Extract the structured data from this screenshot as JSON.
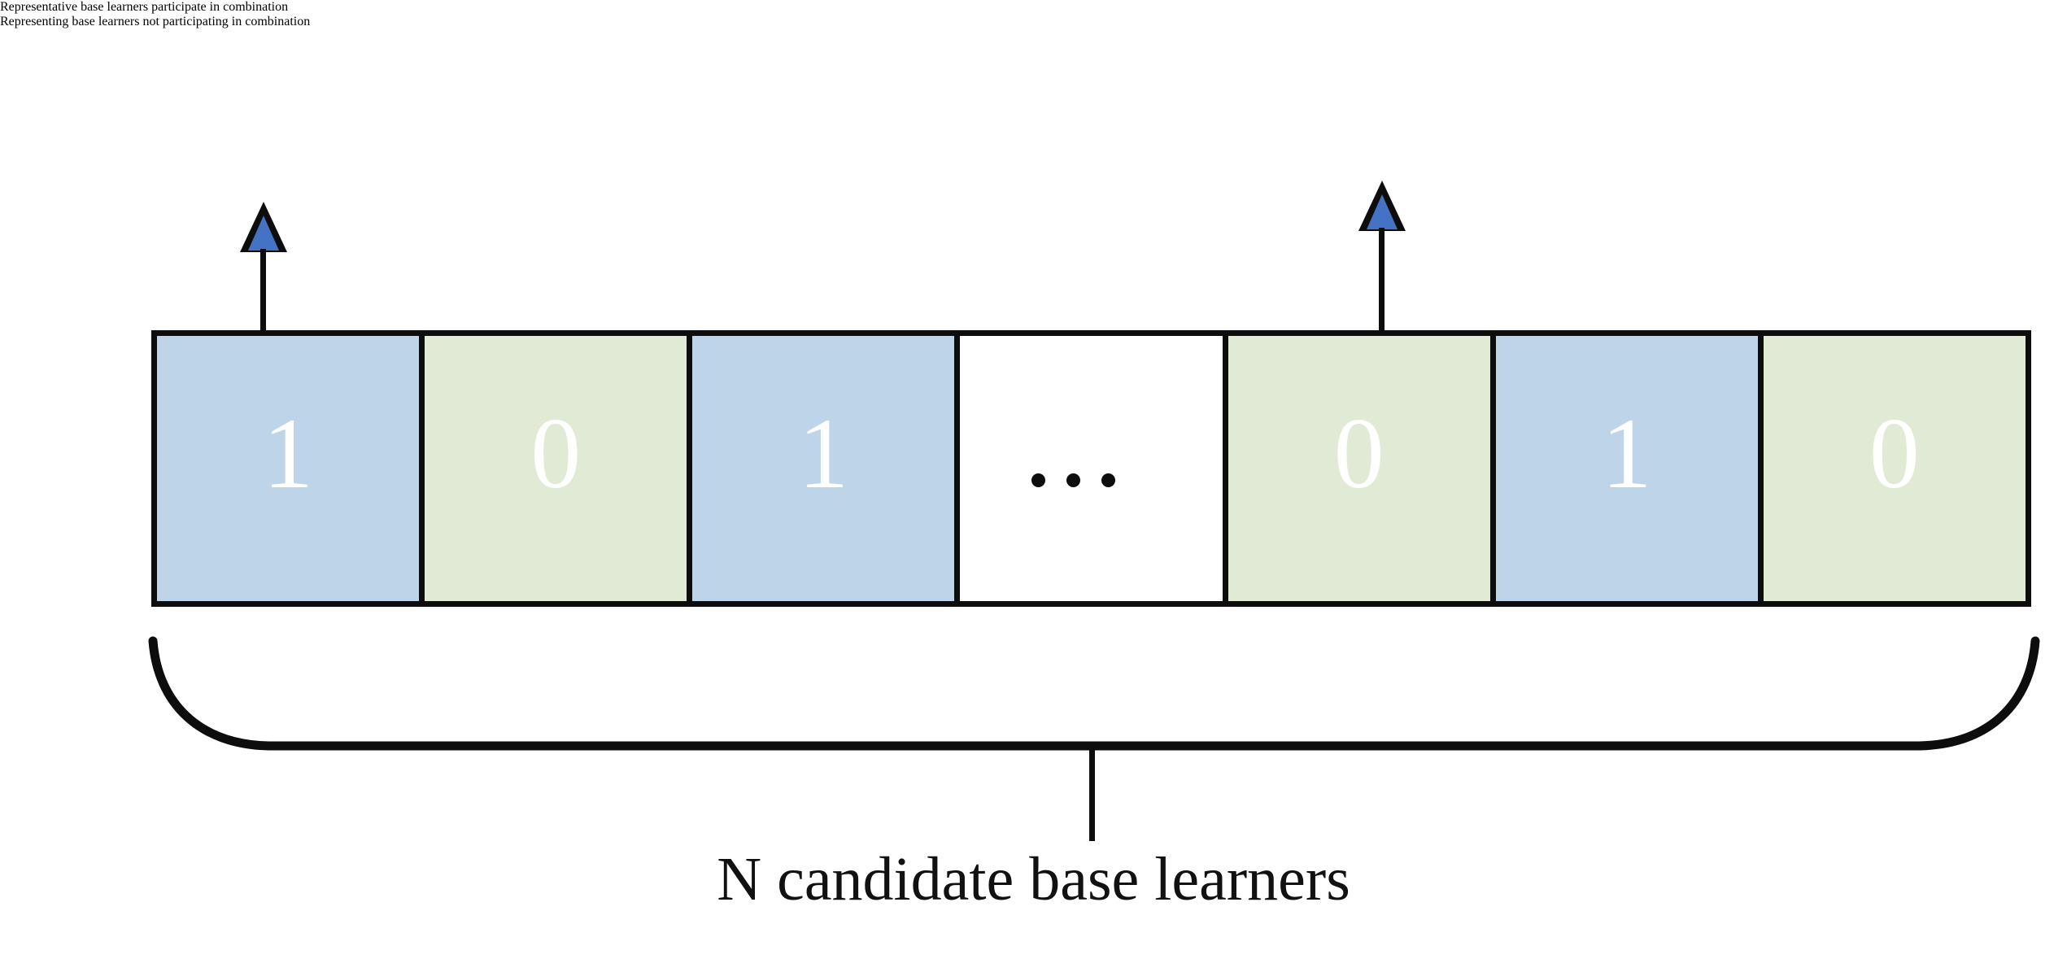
{
  "figure": {
    "caption": "N candidate base learners",
    "labels": {
      "left": "Representative base learners\nparticipate in combination",
      "right": "Representing base learners not\nparticipating in combination"
    },
    "colors": {
      "selected_cell": "#bed4e8",
      "unselected_cell": "#e1ead5",
      "ellipsis_cell": "#ffffff",
      "border": "#0d0d0d",
      "arrow_fill": "#4472c4",
      "arrow_outline": "#0d0d0d",
      "digit_text": "#ffffff",
      "caption_text": "#111111"
    },
    "bits": [
      {
        "value": "1",
        "type": "selected",
        "fill": "#bed4e8"
      },
      {
        "value": "0",
        "type": "unselected",
        "fill": "#e1ead5"
      },
      {
        "value": "1",
        "type": "selected",
        "fill": "#bed4e8"
      },
      {
        "value": "",
        "type": "ellipsis",
        "fill": "#ffffff"
      },
      {
        "value": "0",
        "type": "unselected",
        "fill": "#e1ead5"
      },
      {
        "value": "1",
        "type": "selected",
        "fill": "#bed4e8"
      },
      {
        "value": "0",
        "type": "unselected",
        "fill": "#e1ead5"
      }
    ],
    "arrows": [
      {
        "name": "arrow-to-selected-bit",
        "points_to_cell_index": 0,
        "label": "left"
      },
      {
        "name": "arrow-to-unselected-bit",
        "points_to_cell_index": 4,
        "label": "right"
      }
    ]
  }
}
